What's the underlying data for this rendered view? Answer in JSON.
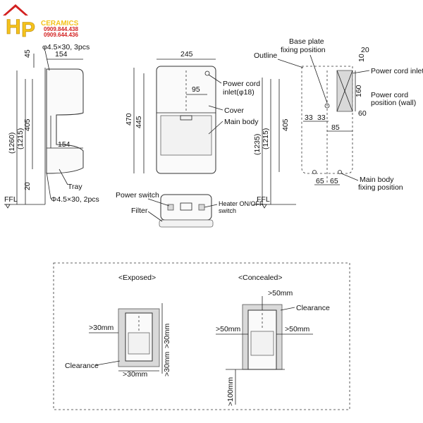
{
  "logo": {
    "brand_text": "CERAMICS",
    "phone1": "0909.844.438",
    "phone2": "0909.644.436",
    "colors": {
      "red": "#d32020",
      "yellow": "#f4c21c"
    }
  },
  "side_view": {
    "dim_top_45": "45",
    "screws_top": "φ4.5×30, 3pcs",
    "dim_154_top": "154",
    "dim_154_bottom": "154",
    "dim_1260": "(1260)",
    "dim_1215": "(1215)",
    "dim_405": "405",
    "dim_20": "20",
    "tray_label": "Tray",
    "screws_bottom": "Φ4.5×30, 2pcs",
    "ffl": "FFL"
  },
  "front_view": {
    "dim_245": "245",
    "dim_95": "95",
    "dim_470": "470",
    "dim_445": "445",
    "power_cord_inlet": "Power cord",
    "power_cord_inlet2": "inlet(φ18)",
    "cover": "Cover",
    "main_body": "Main body"
  },
  "bottom_view": {
    "power_switch": "Power switch",
    "filter": "Filter",
    "heater_switch_1": "Heater ON/OFF",
    "heater_switch_2": "switch"
  },
  "wall_view": {
    "base_plate_1": "Base plate",
    "base_plate_2": "fixing position",
    "outline": "Outline",
    "dim_20": "20",
    "dim_10": "10",
    "power_cord_inlet": "Power cord inlet",
    "dim_160": "160",
    "power_cord_pos_1": "Power cord",
    "power_cord_pos_2": "position (wall)",
    "dim_60": "60",
    "dim_33a": "33",
    "dim_33b": "33",
    "dim_85": "85",
    "dim_1235": "(1235)",
    "dim_1215": "(1215)",
    "dim_405": "405",
    "dim_65a": "65",
    "dim_65b": "65",
    "main_body_fix_1": "Main body",
    "main_body_fix_2": "fixing position",
    "ffl": "FFL"
  },
  "clearance": {
    "exposed_title": "<Exposed>",
    "concealed_title": "<Concealed>",
    "exposed_left": ">30mm",
    "exposed_right": ">30mm",
    "exposed_right2": ">30mm",
    "exposed_bottom": ">30mm",
    "exposed_clearance": "Clearance",
    "concealed_top": ">50mm",
    "concealed_left": ">50mm",
    "concealed_right": ">50mm",
    "concealed_clearance": "Clearance",
    "concealed_floor": ">100mm"
  }
}
